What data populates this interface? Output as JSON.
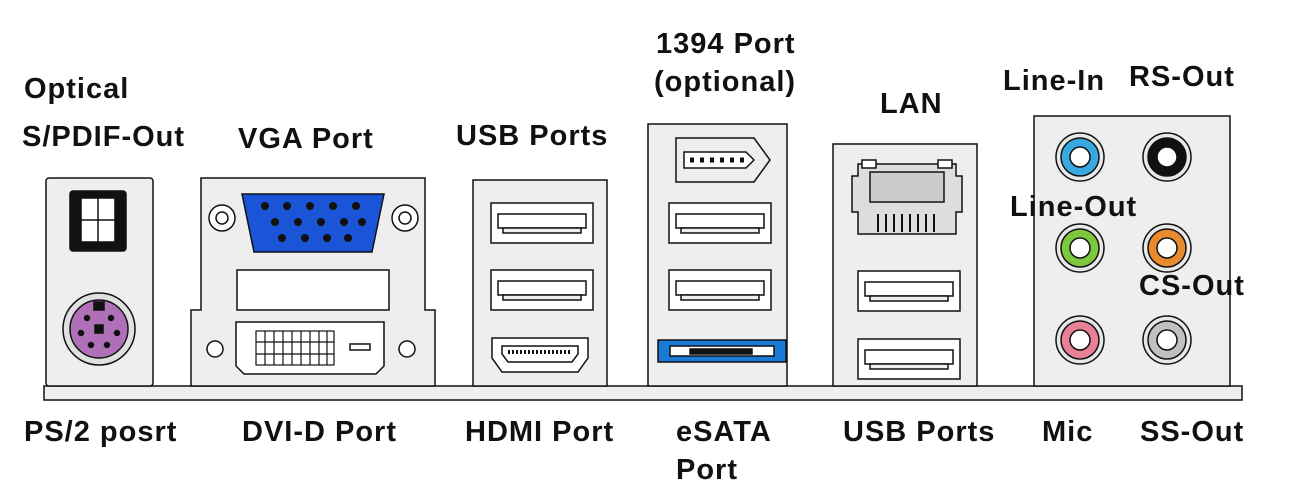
{
  "title": "",
  "top_labels": {
    "optical_line1": "Optical",
    "optical_line2": "S/PDIF-Out",
    "vga": "VGA Port",
    "usb_top": "USB Ports",
    "p1394_line1": "1394 Port",
    "p1394_line2": "(optional)",
    "lan": "LAN",
    "line_in": "Line-In",
    "rs_out": "RS-Out",
    "line_out": "Line-Out",
    "cs_out": "CS-Out"
  },
  "bottom_labels": {
    "ps2": "PS/2 posrt",
    "dvi": "DVI-D Port",
    "hdmi": "HDMI Port",
    "esata_line1": "eSATA",
    "esata_line2": "Port",
    "usb_bottom": "USB Ports",
    "mic": "Mic",
    "ss_out": "SS-Out"
  },
  "colors": {
    "outline": "#111111",
    "panel_fill": "#eeeeee",
    "vga_blue": "#1a55d8",
    "ps2_purple": "#b070b8",
    "esata_blue": "#1a7ad8",
    "line_in_blue": "#3aa8e0",
    "line_out_green": "#7ec840",
    "mic_pink": "#e88098",
    "cs_out_orange": "#e88a2e",
    "ss_out_gray": "#c0c0c0",
    "rs_out_black": "#111111"
  },
  "icons": [
    "optical-toslink-icon",
    "ps2-port-icon",
    "vga-port-icon",
    "dvi-port-icon",
    "usb-port-icon",
    "hdmi-port-icon",
    "firewire-port-icon",
    "esata-port-icon",
    "rj45-lan-icon",
    "audio-jack-icon"
  ]
}
